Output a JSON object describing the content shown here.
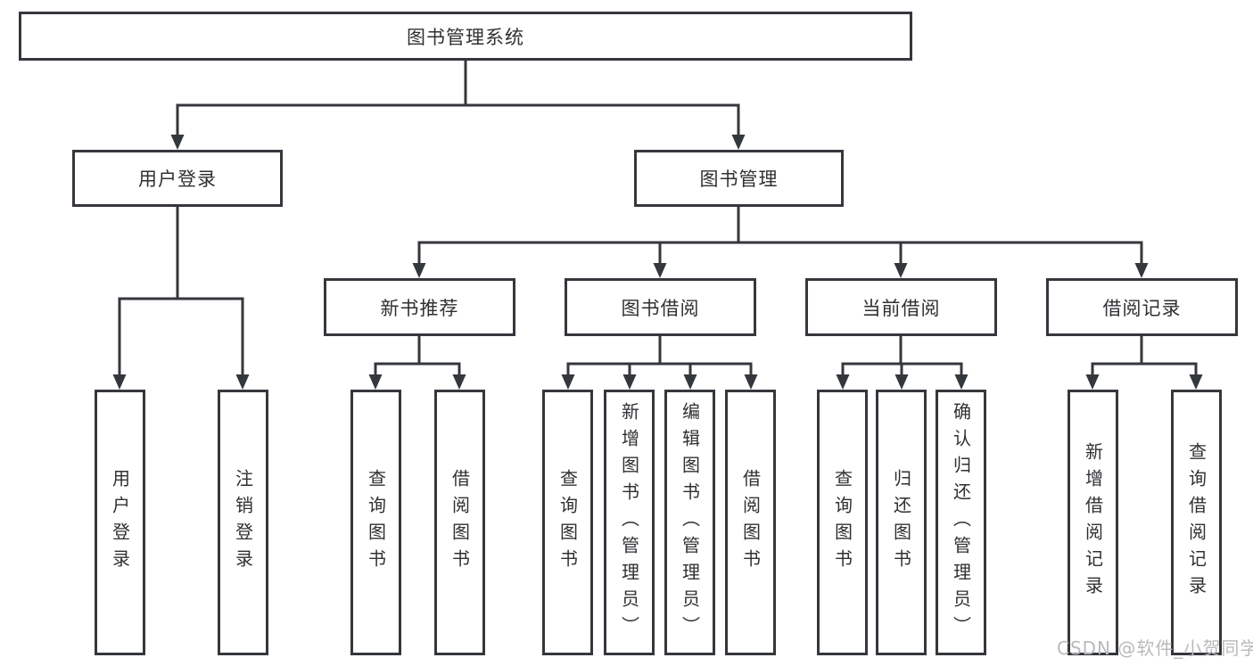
{
  "diagram": {
    "root": {
      "label": "图书管理系统",
      "children": [
        {
          "label": "用户登录",
          "children": [
            {
              "label": "用户登录"
            },
            {
              "label": "注销登录"
            }
          ]
        },
        {
          "label": "图书管理",
          "children": [
            {
              "label": "新书推荐",
              "children": [
                {
                  "label": "查询图书"
                },
                {
                  "label": "借阅图书"
                }
              ]
            },
            {
              "label": "图书借阅",
              "children": [
                {
                  "label": "查询图书"
                },
                {
                  "label": "新增图书（管理员）"
                },
                {
                  "label": "编辑图书（管理员）"
                },
                {
                  "label": "借阅图书"
                }
              ]
            },
            {
              "label": "当前借阅",
              "children": [
                {
                  "label": "查询图书"
                },
                {
                  "label": "归还图书"
                },
                {
                  "label": "确认归还（管理员）"
                }
              ]
            },
            {
              "label": "借阅记录",
              "children": [
                {
                  "label": "新增借阅记录"
                },
                {
                  "label": "查询借阅记录"
                }
              ]
            }
          ]
        }
      ]
    }
  },
  "watermark": {
    "text": "CSDN @软件_小贺同学"
  },
  "colors": {
    "line": "#34373c",
    "text": "#2e3033",
    "background": "#ffffff",
    "watermark": "#b9babc"
  }
}
